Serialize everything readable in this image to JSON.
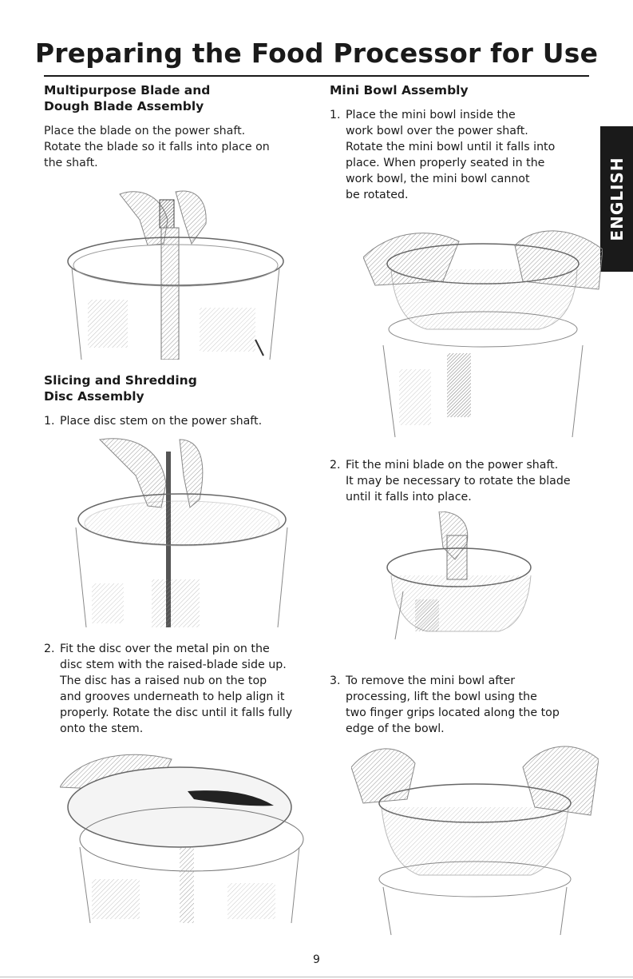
{
  "page": {
    "title": "Preparing the Food Processor for Use",
    "language_tab": "ENGLISH",
    "page_number": "9"
  },
  "left": {
    "multipurpose": {
      "heading_line1": "Multipurpose Blade and",
      "heading_line2": "Dough Blade Assembly",
      "lines": [
        "Place the blade on the power shaft.",
        "Rotate the blade so it falls into place on",
        "the shaft."
      ]
    },
    "slicing": {
      "heading_line1": "Slicing and Shredding",
      "heading_line2": "Disc Assembly",
      "steps": [
        {
          "num": "1.",
          "lines": [
            "Place disc stem on the power shaft."
          ]
        },
        {
          "num": "2.",
          "lines": [
            "Fit the disc over the metal pin on the",
            "disc stem with the raised-blade side up.",
            "The disc has a raised nub on the top",
            "and grooves underneath to help align it",
            "properly. Rotate the disc until it falls fully",
            "onto the stem."
          ]
        }
      ]
    }
  },
  "right": {
    "mini": {
      "heading": "Mini Bowl Assembly",
      "steps": [
        {
          "num": "1.",
          "lines": [
            "Place the mini bowl inside the",
            "work bowl over the power shaft.",
            "Rotate the mini bowl until it falls into",
            "place. When properly seated in the",
            "work bowl, the mini bowl cannot",
            "be rotated."
          ]
        },
        {
          "num": "2.",
          "lines": [
            "Fit the mini blade on the power shaft.",
            "It may be necessary to rotate the blade",
            "until it falls into place."
          ]
        },
        {
          "num": "3.",
          "lines": [
            "To remove the mini bowl after",
            "processing, lift the bowl using the",
            "two finger grips located along the top",
            "edge of the bowl."
          ]
        }
      ]
    }
  }
}
